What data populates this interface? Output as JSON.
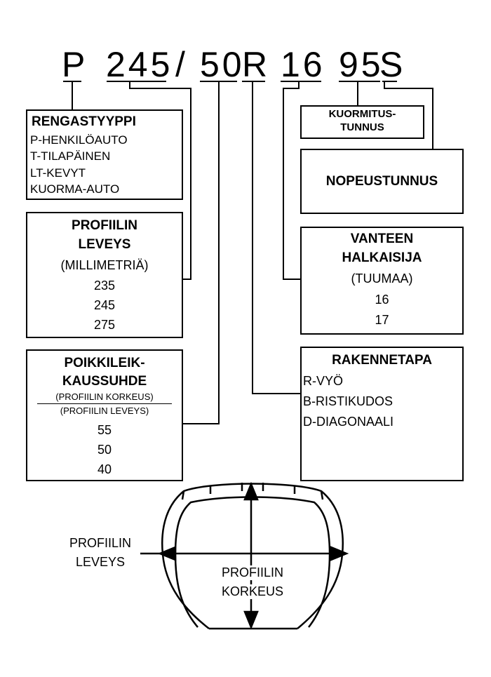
{
  "tire_code": {
    "type": "P",
    "width": "245",
    "slash": "/",
    "ratio": "50",
    "construction": "R",
    "rim": "16",
    "load": "95",
    "speed": "S"
  },
  "tire_type": {
    "title": "RENGASTYYPPI",
    "lines": [
      "P-HENKILÖAUTO",
      "T-TILAPÄINEN",
      "LT-KEVYT",
      "KUORMA-AUTO"
    ]
  },
  "section_width": {
    "title_line1": "PROFIILIN",
    "title_line2": "LEVEYS",
    "unit": "(MILLIMETRIÄ)",
    "values": [
      "235",
      "245",
      "275"
    ]
  },
  "aspect_ratio": {
    "title_line1": "POIKKILEIK-",
    "title_line2": "KAUSSUHDE",
    "numerator": "(PROFIILIN KORKEUS)",
    "denominator": "(PROFIILIN LEVEYS)",
    "values": [
      "55",
      "50",
      "40"
    ]
  },
  "load_index": {
    "line1": "KUORMITUS-",
    "line2": "TUNNUS"
  },
  "speed_rating": {
    "title": "NOPEUSTUNNUS"
  },
  "rim_diameter": {
    "title_line1": "VANTEEN",
    "title_line2": "HALKAISIJA",
    "unit": "(TUUMAA)",
    "values": [
      "16",
      "17"
    ]
  },
  "construction_type": {
    "title": "RAKENNETAPA",
    "lines": [
      "R-VYÖ",
      "B-RISTIKUDOS",
      "D-DIAGONAALI"
    ]
  },
  "tire_figure": {
    "width_label_line1": "PROFIILIN",
    "width_label_line2": "LEVEYS",
    "height_label_line1": "PROFIILIN",
    "height_label_line2": "KORKEUS"
  }
}
